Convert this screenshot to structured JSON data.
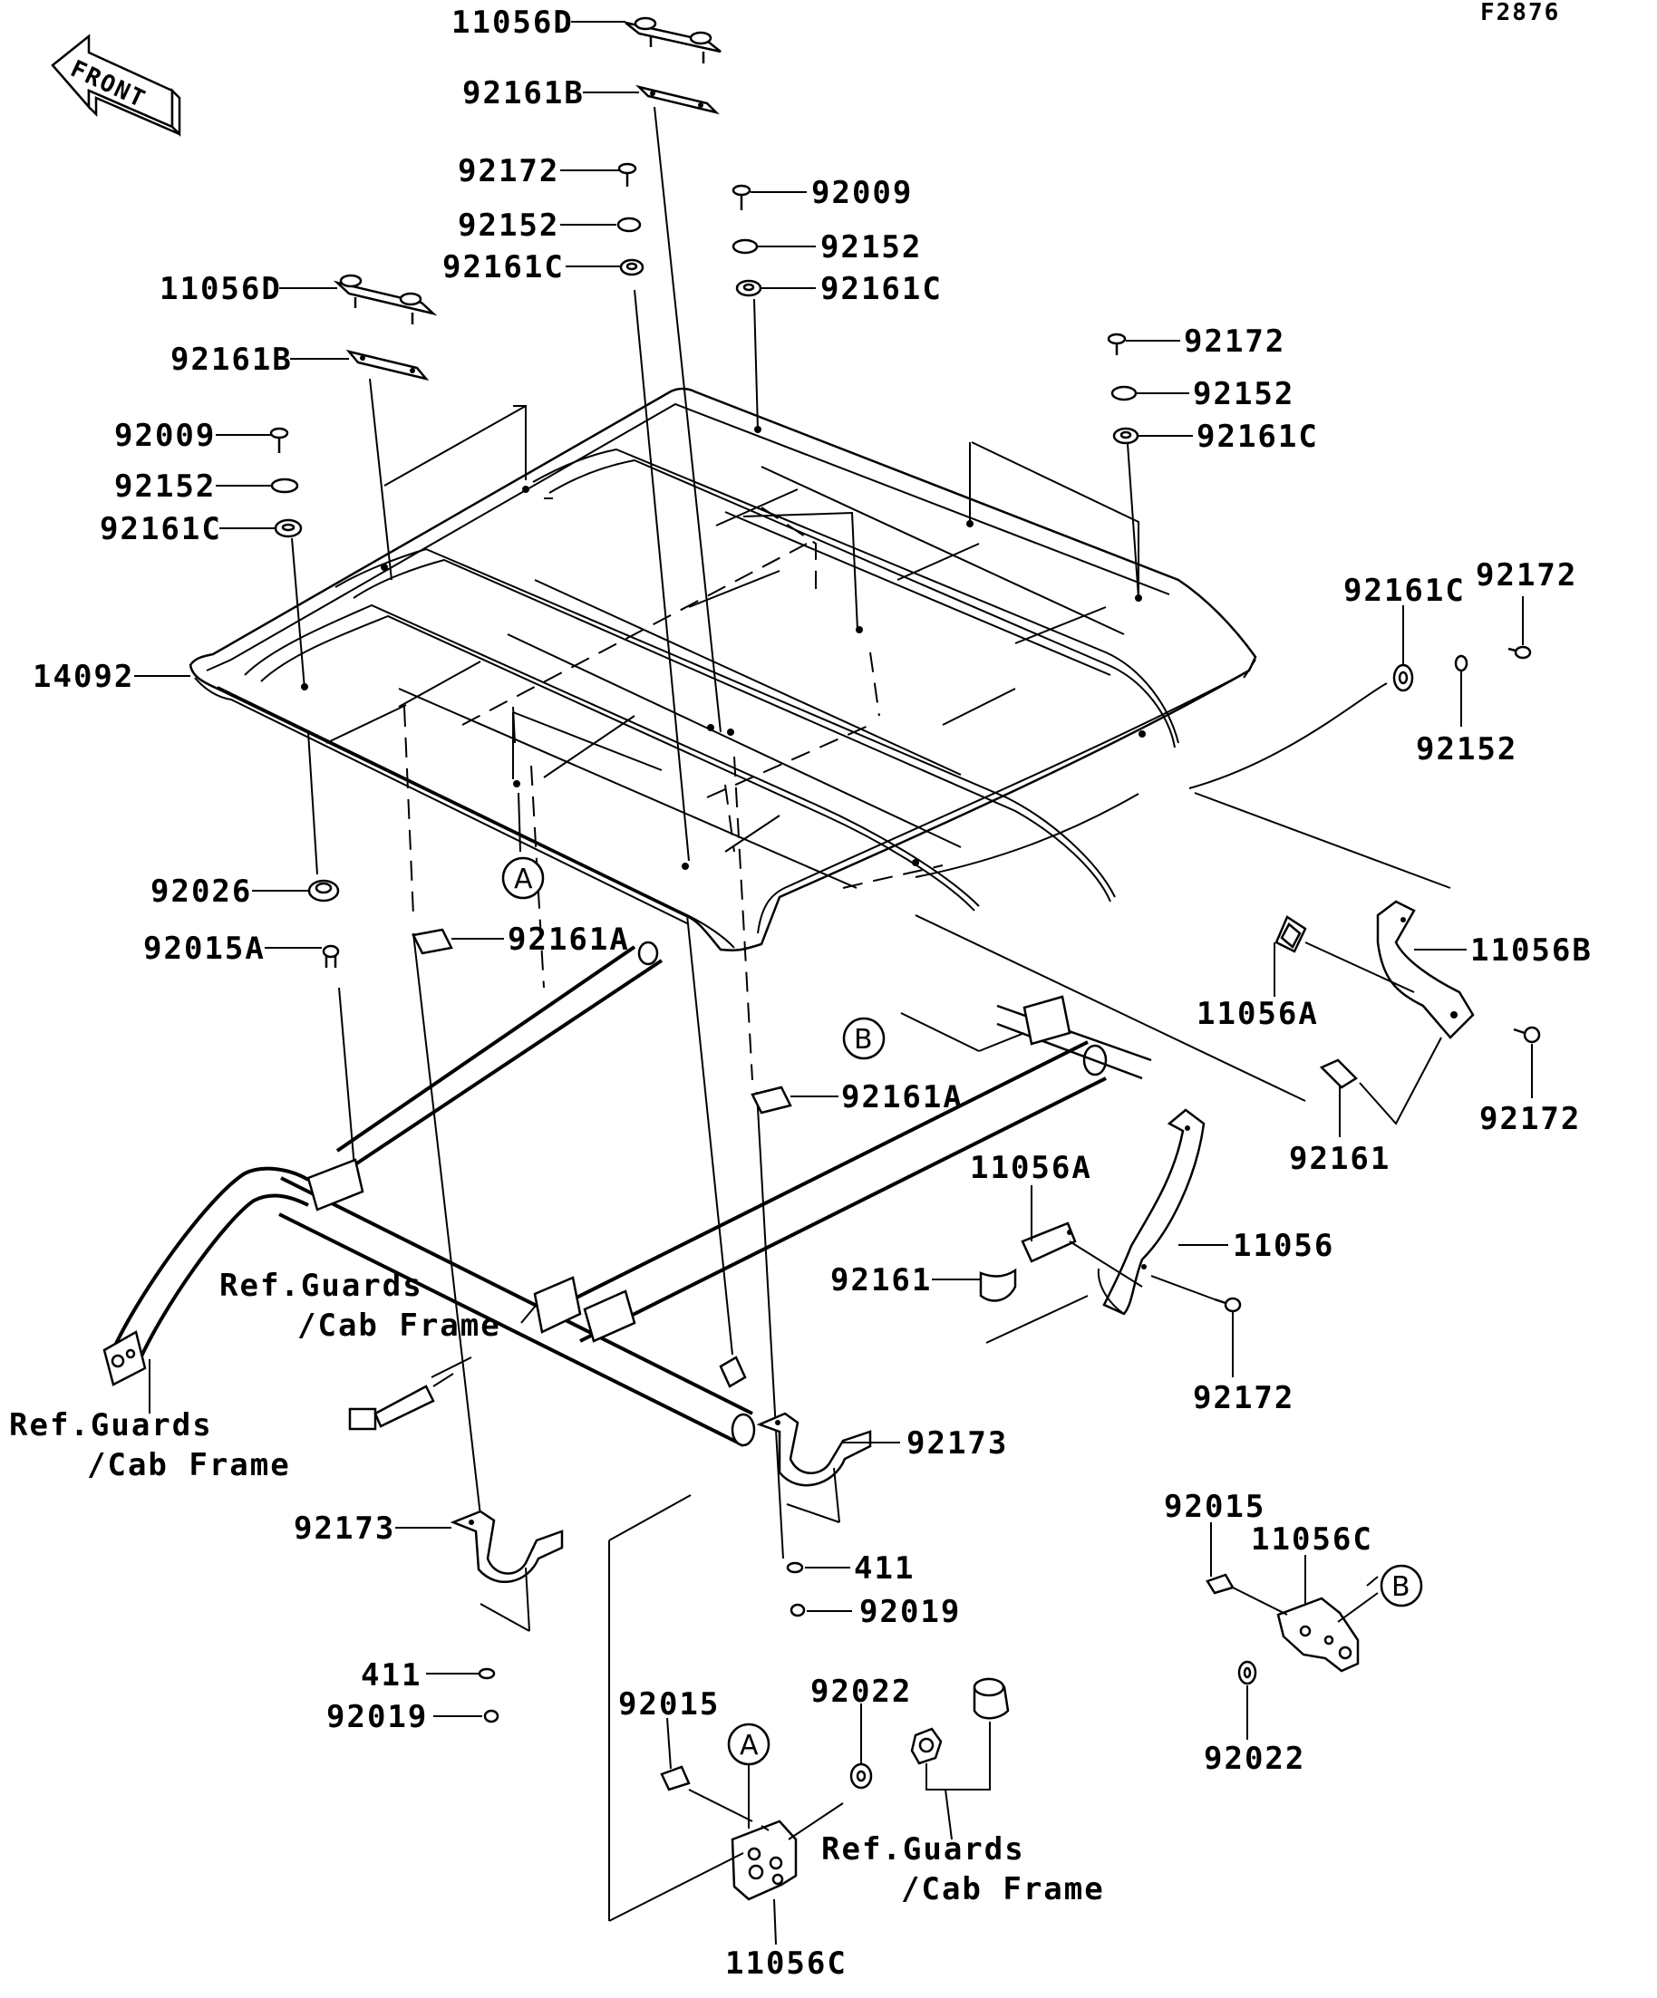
{
  "figure_code": "F2876",
  "front_label": "FRONT",
  "labels": {
    "l_11056D_top": "11056D",
    "l_92161B_top": "92161B",
    "l_92172_top": "92172",
    "l_92152_top": "92152",
    "l_92161C_top": "92161C",
    "l_92009_mid": "92009",
    "l_92152_mid": "92152",
    "l_92161C_mid": "92161C",
    "l_11056D_left": "11056D",
    "l_92161B_left": "92161B",
    "l_92009_left": "92009",
    "l_92152_left": "92152",
    "l_92161C_left": "92161C",
    "l_92172_right": "92172",
    "l_92152_right": "92152",
    "l_92161C_right": "92161C",
    "l_92161C_far": "92161C",
    "l_92172_far": "92172",
    "l_92152_far": "92152",
    "l_14092": "14092",
    "l_92026": "92026",
    "l_92015A": "92015A",
    "l_92161A_1": "92161A",
    "l_92161A_2": "92161A",
    "l_11056A_1": "11056A",
    "l_11056B": "11056B",
    "l_92172_b": "92172",
    "l_92161_r": "92161",
    "l_11056A_2": "11056A",
    "l_11056": "11056",
    "l_92161_m": "92161",
    "l_92172_c": "92172",
    "l_ref1a": "Ref.Guards",
    "l_ref1b": "/Cab Frame",
    "l_ref2a": "Ref.Guards",
    "l_ref2b": "/Cab Frame",
    "l_ref3a": "Ref.Guards",
    "l_ref3b": "/Cab Frame",
    "l_92173_r": "92173",
    "l_411_r": "411",
    "l_92019_r": "92019",
    "l_92173_l": "92173",
    "l_411_l": "411",
    "l_92019_l": "92019",
    "l_92015_b": "92015",
    "l_92022_b": "92022",
    "l_11056C_b": "11056C",
    "l_92015_r": "92015",
    "l_11056C_r": "11056C",
    "l_92022_r": "92022",
    "c_A1": "A",
    "c_A2": "A",
    "c_B1": "B",
    "c_B2": "B"
  }
}
